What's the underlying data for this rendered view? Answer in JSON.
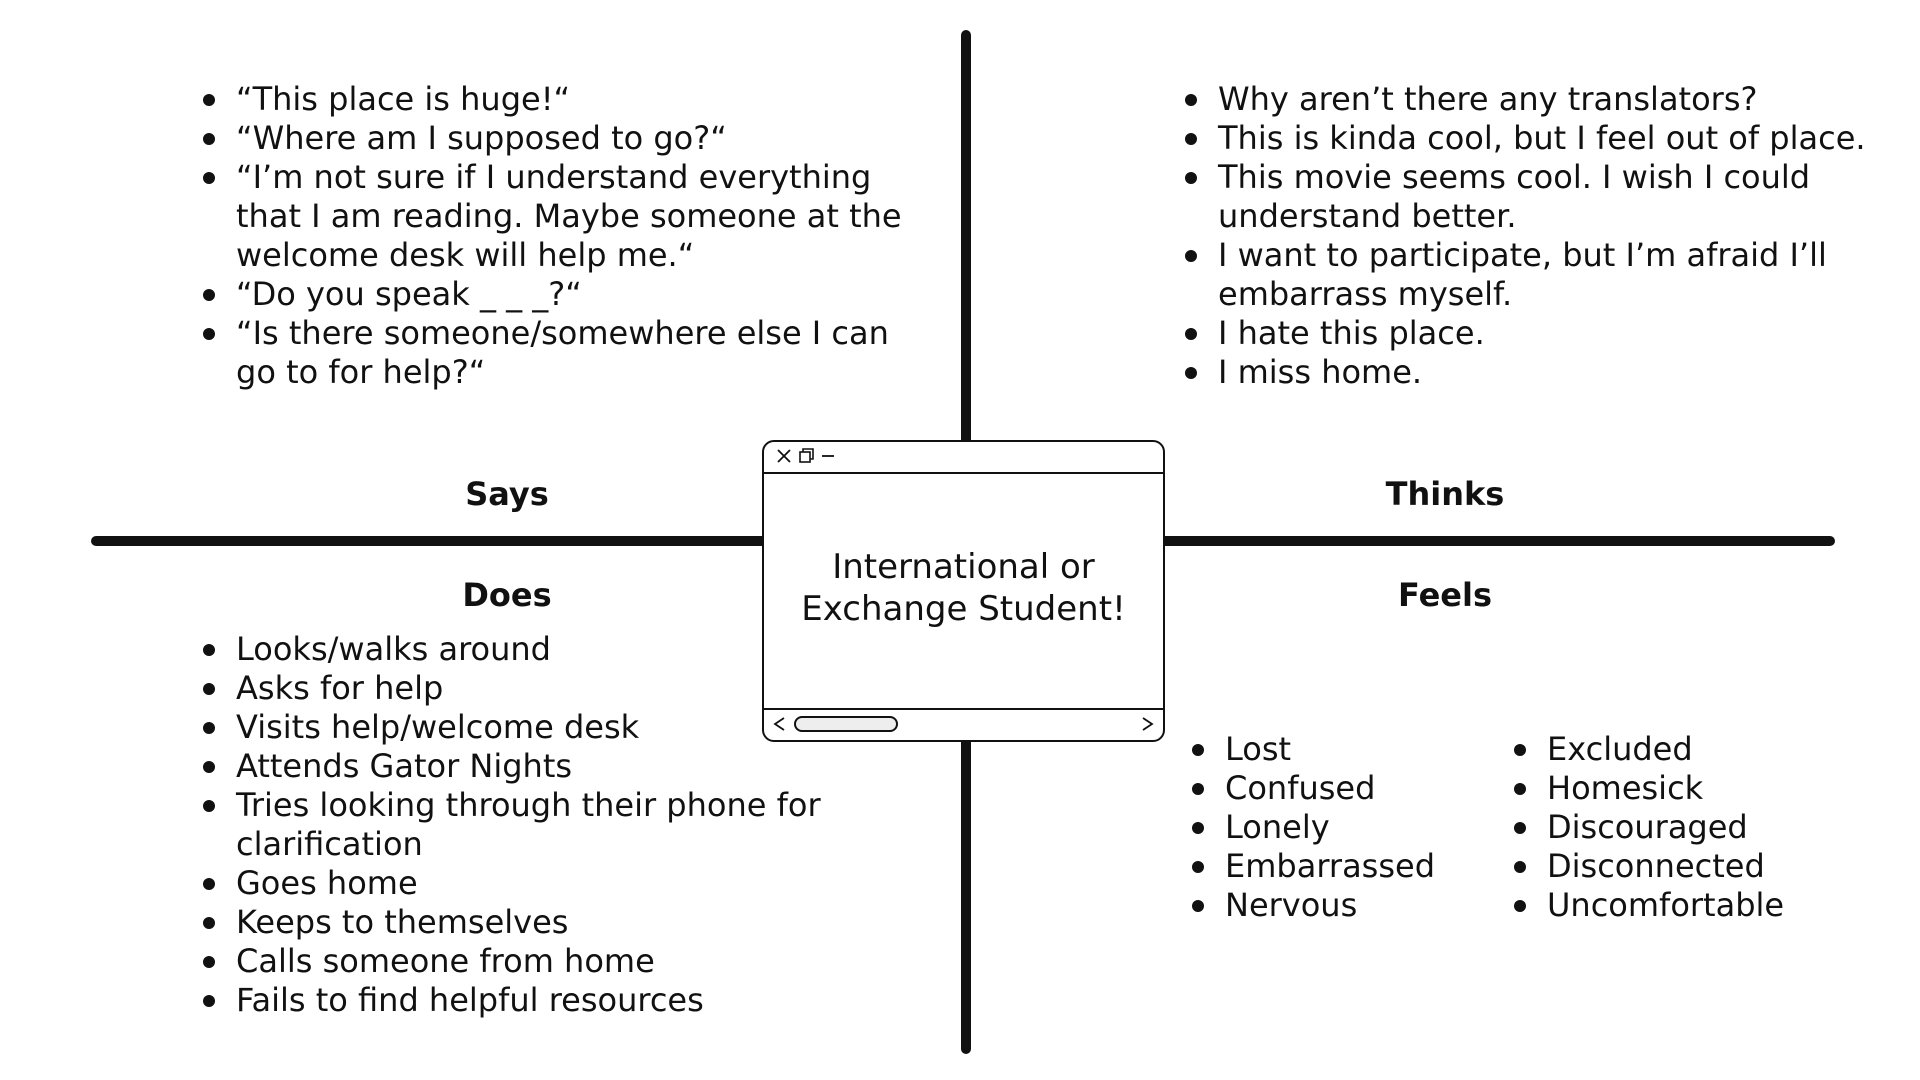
{
  "center": {
    "line1": "International or",
    "line2": "Exchange Student!"
  },
  "quadrants": {
    "says": {
      "label": "Says",
      "items": [
        "“This place is huge!“",
        "“Where am I supposed to go?“",
        "“I’m not sure if I understand everything that I am reading. Maybe someone at the welcome desk will help me.“",
        "“Do you speak _ _ _?“",
        "“Is there someone/somewhere else I can go to for help?“"
      ]
    },
    "thinks": {
      "label": "Thinks",
      "items": [
        "Why aren’t there any translators?",
        "This is kinda cool, but I feel out of place.",
        "This movie seems cool. I wish I could understand better.",
        "I want to participate, but I’m afraid I’ll embarrass myself.",
        "I hate this place.",
        "I miss home."
      ]
    },
    "does": {
      "label": "Does",
      "items": [
        "Looks/walks around",
        "Asks for help",
        "Visits help/welcome desk",
        "Attends Gator Nights",
        "Tries looking through their phone for clarification",
        "Goes home",
        "Keeps to themselves",
        "Calls someone from home",
        "Fails to find helpful resources"
      ]
    },
    "feels": {
      "label": "Feels",
      "column1": [
        "Lost",
        "Confused",
        "Lonely",
        "Embarrassed",
        "Nervous"
      ],
      "column2": [
        "Excluded",
        "Homesick",
        "Discouraged",
        "Disconnected",
        "Uncomfortable"
      ]
    }
  },
  "icons": {
    "close": "close-icon",
    "restore": "restore-icon",
    "minimize": "minimize-icon",
    "scroll_left": "chevron-left-icon",
    "scroll_right": "chevron-right-icon"
  },
  "colors": {
    "ink": "#111111",
    "background": "#ffffff"
  }
}
